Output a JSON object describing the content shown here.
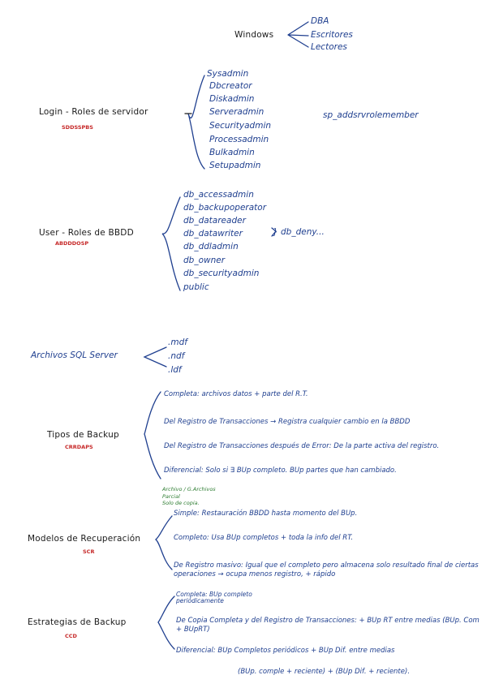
{
  "windows": {
    "title": "Windows",
    "items": [
      "DBA",
      "Escritores",
      "Lectores"
    ]
  },
  "login": {
    "title": "Login - Roles de servidor",
    "acronym": "SDDSSPBS",
    "items": [
      "Sysadmin",
      "Dbcreator",
      "Diskadmin",
      "Serveradmin",
      "Securityadmin",
      "Processadmin",
      "Bulkadmin",
      "Setupadmin"
    ],
    "procedure": "sp_addsrvrolemember"
  },
  "user": {
    "title": "User - Roles de BBDD",
    "acronym": "ABDDDOSP",
    "items": [
      "db_accessadmin",
      "db_backupoperator",
      "db_datareader",
      "db_datawriter",
      "db_ddladmin",
      "db_owner",
      "db_securityadmin",
      "public"
    ],
    "deny": "} db_deny..."
  },
  "files": {
    "title": "Archivos SQL Server",
    "items": [
      ".mdf",
      ".ndf",
      ".ldf"
    ]
  },
  "backup_types": {
    "title": "Tipos de Backup",
    "acronym": "CRRDAPS",
    "items": [
      "Completa: archivos datos + parte del R.T.",
      "Del Registro de Transacciones → Registra cualquier cambio en la BBDD",
      "Del Registro de Transacciones después de Error: De la parte activa del registro.",
      "Diferencial: Solo si ∃ BUp completo. BUp partes que han cambiado."
    ],
    "notes": [
      "Archivo / G.Archivos",
      "Parcial",
      "Solo de copia."
    ]
  },
  "recovery_models": {
    "title": "Modelos de Recuperación",
    "acronym": "SCR",
    "items": [
      "Simple: Restauración BBDD hasta momento del BUp.",
      "Completo: Usa BUp completos + toda la info del RT.",
      "De Registro masivo: Igual que el completo pero almacena solo resultado final de ciertas operaciones → ocupa menos registro, + rápido"
    ]
  },
  "strategies": {
    "title": "Estrategias de Backup",
    "acronym": "CCD",
    "items": [
      "Completa: BUp completo periódicamente",
      "De Copia Completa y del Registro de Transacciones: + BUp RT entre medias (BUp. Com + BUpRT)",
      "Diferencial: BUp Completos periódicos + BUp Dif. entre medias"
    ],
    "footer": "(BUp. comple + reciente) + (BUp Dif. + reciente)."
  }
}
